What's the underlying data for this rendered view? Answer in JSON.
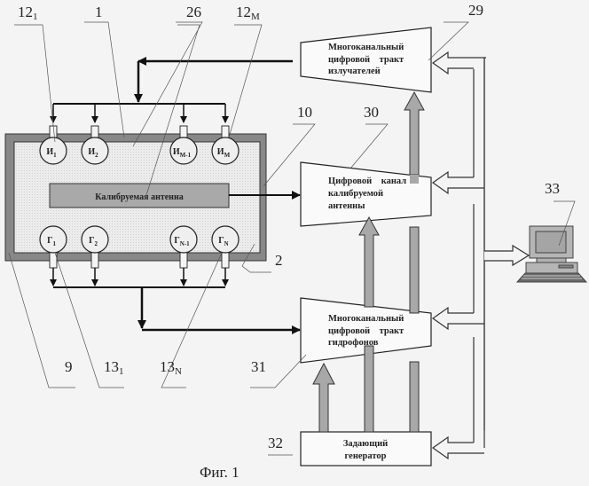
{
  "figure": {
    "caption": "Фиг. 1"
  },
  "tank": {
    "antenna_label": "Калибруемая антенна"
  },
  "emitters": [
    {
      "label": "И",
      "sub": "1"
    },
    {
      "label": "И",
      "sub": "2"
    },
    {
      "label": "И",
      "sub": "M-1"
    },
    {
      "label": "И",
      "sub": "M"
    }
  ],
  "hydrophones": [
    {
      "label": "Г",
      "sub": "1"
    },
    {
      "label": "Г",
      "sub": "2"
    },
    {
      "label": "Г",
      "sub": "N-1"
    },
    {
      "label": "Г",
      "sub": "N"
    }
  ],
  "blocks": {
    "b29": {
      "lines": [
        "Многоканальный",
        "цифровой    тракт",
        "излучателей"
      ]
    },
    "b30": {
      "lines": [
        "Цифровой    канал",
        "калибруемой",
        "антенны"
      ]
    },
    "b31": {
      "lines": [
        "Многоканальный",
        "цифровой    тракт",
        "гидрофонов"
      ]
    },
    "b32": {
      "lines": [
        "Задающий",
        "генератор"
      ]
    }
  },
  "callouts": {
    "c12_1": {
      "main": "12",
      "sub": "1"
    },
    "c1": {
      "main": "1"
    },
    "c26": {
      "main": "26"
    },
    "c12_M": {
      "main": "12",
      "sub": "M"
    },
    "c29": {
      "main": "29"
    },
    "c10": {
      "main": "10"
    },
    "c30": {
      "main": "30"
    },
    "c33": {
      "main": "33"
    },
    "c2": {
      "main": "2"
    },
    "c9": {
      "main": "9"
    },
    "c13_1": {
      "main": "13",
      "sub": "1"
    },
    "c13_N": {
      "main": "13",
      "sub": "N"
    },
    "c31": {
      "main": "31"
    },
    "c32": {
      "main": "32"
    }
  }
}
